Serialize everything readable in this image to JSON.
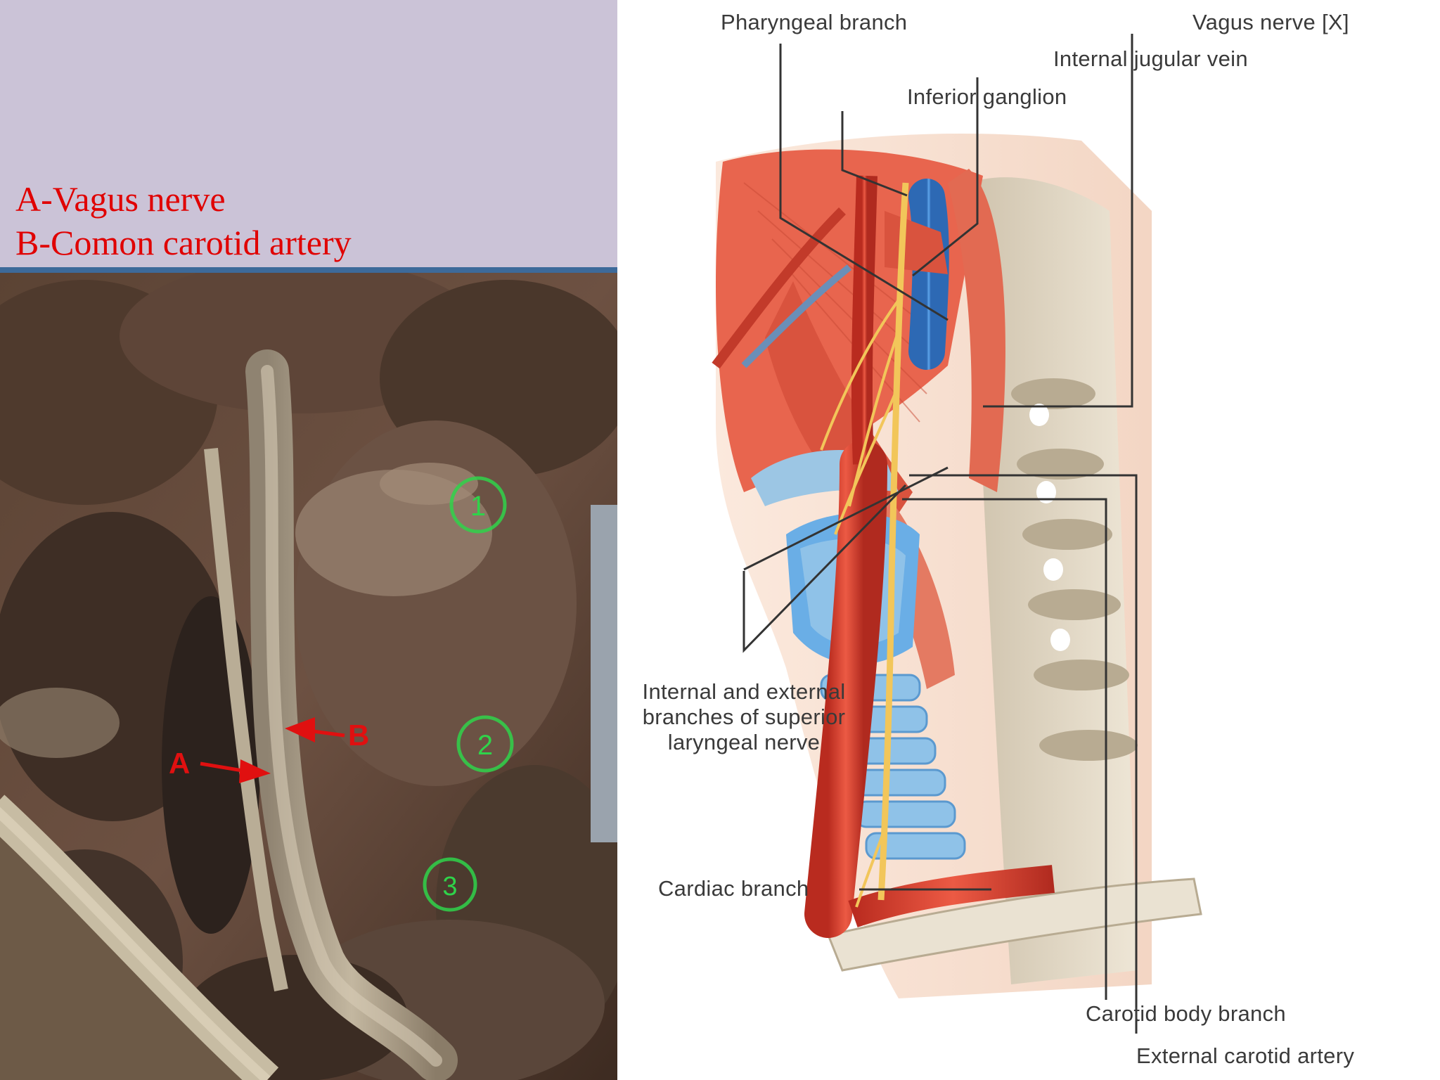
{
  "caption": {
    "line_a": "A-Vagus nerve",
    "line_b": "B-Comon carotid artery"
  },
  "photo": {
    "marker_a": "A",
    "marker_b": "B",
    "circles": [
      "1",
      "2",
      "3"
    ]
  },
  "diagram": {
    "labels": {
      "pharyngeal_branch": "Pharyngeal branch",
      "vagus_nerve": "Vagus nerve [X]",
      "internal_jugular_vein": "Internal jugular vein",
      "inferior_ganglion": "Inferior ganglion",
      "superior_laryngeal_1": "Internal and external",
      "superior_laryngeal_2": "branches of superior",
      "superior_laryngeal_3": "laryngeal nerve",
      "cardiac_branch": "Cardiac branch",
      "carotid_body_branch": "Carotid body branch",
      "external_carotid_artery": "External carotid artery"
    }
  },
  "colors": {
    "caption_text": "#e00000",
    "slide_background": "#cbc3d7",
    "photo_border": "#3d6a9a",
    "marker": "#e01010",
    "circle_marker": "#2fd34a",
    "artery": "#d8402f",
    "vein": "#3f86d6",
    "nerve": "#f2c65a",
    "cartilage": "#8fc2e8",
    "muscle": "#e8654e",
    "bone": "#d9cfbd"
  }
}
